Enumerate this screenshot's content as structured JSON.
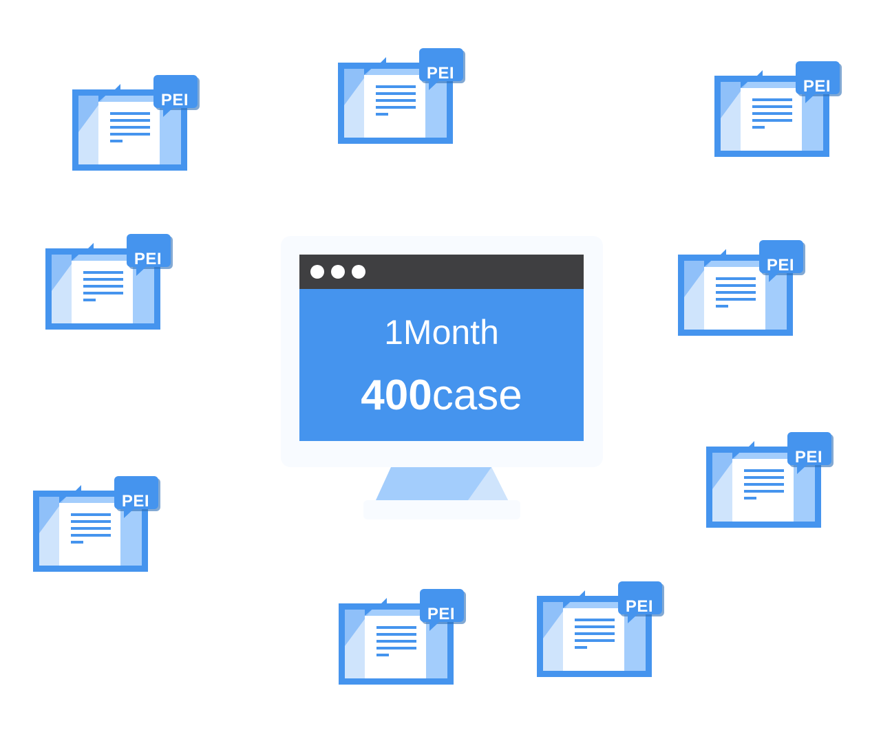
{
  "monitor": {
    "line1": "1Month",
    "line2_number": "400",
    "line2_unit": "case",
    "screen_color": "#4594ee",
    "titlebar_color": "#3f3f41"
  },
  "documents": [
    {
      "badge": "PEI"
    },
    {
      "badge": "PEI"
    },
    {
      "badge": "PEI"
    },
    {
      "badge": "PEI"
    },
    {
      "badge": "PEI"
    },
    {
      "badge": "PEI"
    },
    {
      "badge": "PEI"
    },
    {
      "badge": "PEI"
    },
    {
      "badge": "PEI"
    }
  ],
  "colors": {
    "frame": "#4594ee",
    "light_panel": "#a3cdfc",
    "pale_panel": "#cfe4fc",
    "paper": "#ffffff"
  }
}
